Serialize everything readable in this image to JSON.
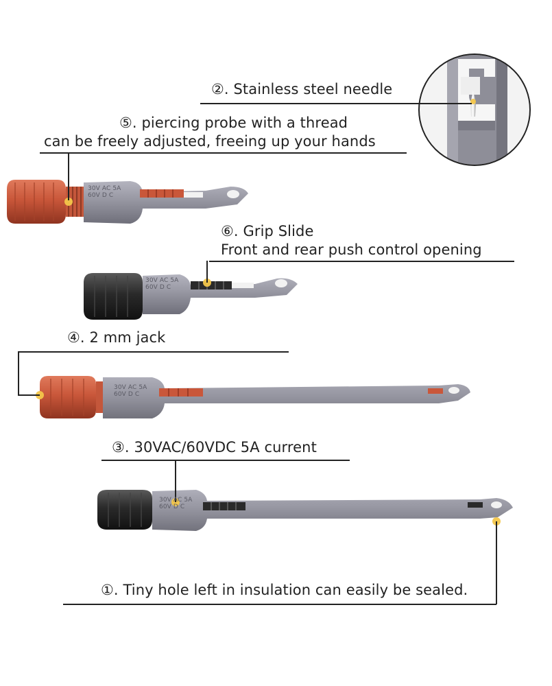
{
  "labels": {
    "stainless_needle": "②. Stainless steel needle",
    "piercing_probe_line1": "⑤. piercing probe with a thread",
    "piercing_probe_line2": "can be freely adjusted, freeing up your hands",
    "grip_slide_line1": "⑥. Grip Slide",
    "grip_slide_line2": "Front and rear push control opening",
    "jack": "④. 2 mm jack",
    "current": "③. 30VAC/60VDC 5A current",
    "tiny_hole": "①. Tiny hole left in insulation can easily be sealed."
  },
  "markings": {
    "line1": "30V AC 5A",
    "line2": "60V D C"
  },
  "colors": {
    "orange_cap": "#c9573a",
    "black_cap": "#2a2a2a",
    "grey_body": "#9a9aa5",
    "highlight_dot": "#f3c64a",
    "text": "#222222",
    "background": "#ffffff"
  }
}
